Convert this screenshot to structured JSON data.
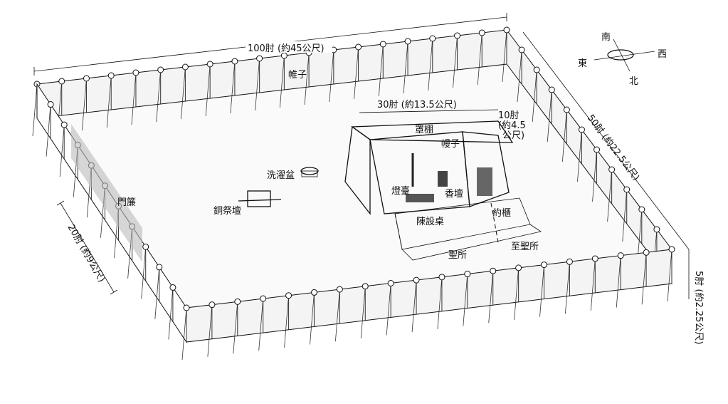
{
  "title": "Tabernacle courtyard diagram",
  "compass": {
    "south": "南",
    "east": "東",
    "west": "西",
    "north": "北"
  },
  "dimensions": {
    "length": "100肘 (約45公尺)",
    "width": "50肘 (約22.5公尺)",
    "gate": "20肘 (約9公尺)",
    "fence_height": "5肘 (約2.25公尺)",
    "tent_length": "30肘 (約13.5公尺)",
    "tent_height_line1": "10肘",
    "tent_height_line2": "(約4.5",
    "tent_height_line3": "公尺)"
  },
  "labels": {
    "curtains": "帷子",
    "gate_screen": "門簾",
    "bronze_altar": "銅祭壇",
    "laver": "洗濯盆",
    "tent_cover": "罩棚",
    "veil": "幔子",
    "lampstand": "燈臺",
    "incense_altar": "香壇",
    "showbread_table": "陳設桌",
    "ark": "約櫃",
    "holy_place": "聖所",
    "most_holy_place": "至聖所"
  }
}
